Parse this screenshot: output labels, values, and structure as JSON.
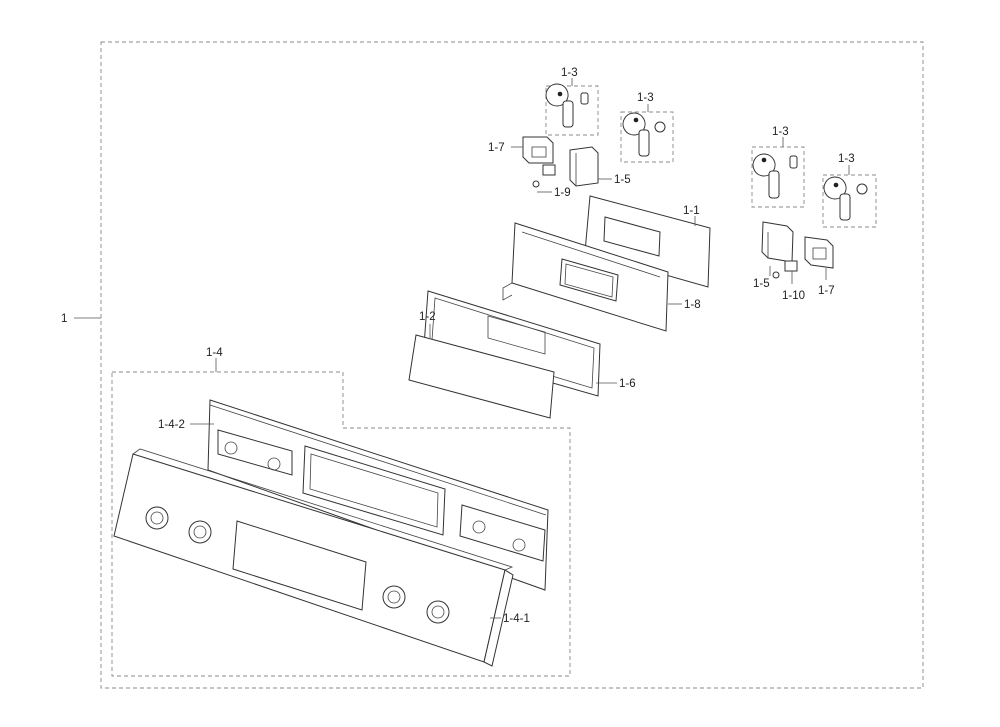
{
  "diagram": {
    "labels": {
      "assembly": "1",
      "knob_group_a": "1-3",
      "knob_group_b": "1-3",
      "knob_group_c": "1-3",
      "knob_group_d": "1-3",
      "bracket_left": "1-7",
      "bracket_right": "1-7",
      "switch_left": "1-5",
      "switch_right": "1-5",
      "spring_left": "1-9",
      "spring_right": "1-10",
      "pcb": "1-1",
      "board_bracket": "1-8",
      "window": "1-2",
      "frame": "1-6",
      "panel_assembly": "1-4",
      "panel_back": "1-4-2",
      "panel_front": "1-4-1"
    }
  }
}
